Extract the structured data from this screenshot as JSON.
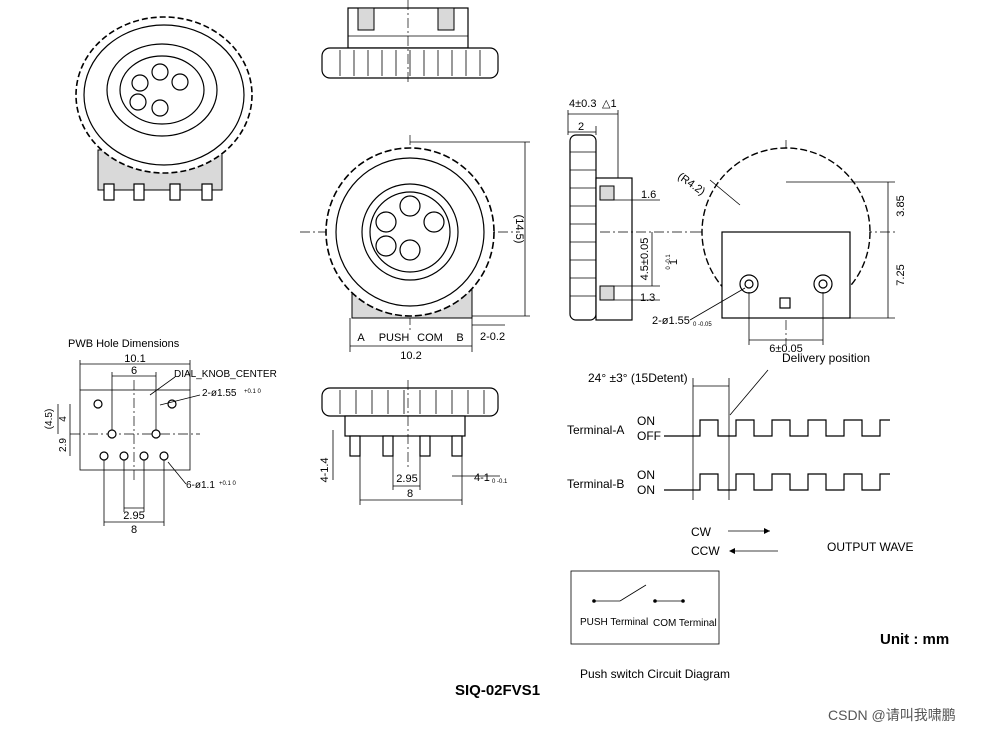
{
  "title": "SIQ-02FVS1",
  "unit_label": "Unit : mm",
  "watermark": "CSDN @请叫我啸鹏",
  "pwb": {
    "heading": "PWB Hole Dimensions",
    "dial_center": "DIAL_KNOB_CENTER",
    "hole_big": "2-ø1.55",
    "hole_big_tol": "+0.1 0",
    "hole_small": "6-ø1.1",
    "hole_small_tol": "+0.1 0",
    "dims": {
      "w_total": "10.1",
      "w_inner": "6",
      "h_45": "(4.5)",
      "h_4": "4",
      "h_29": "2.9",
      "w_295": "2.95",
      "w_8": "8"
    }
  },
  "front": {
    "labels": [
      "A",
      "PUSH",
      "COM",
      "B"
    ],
    "dim_102": "10.2",
    "dim_145": "(14.5)",
    "dim_2_02": "2-0.2"
  },
  "bottom": {
    "dim_4_14": "4-1.4",
    "dim_295": "2.95",
    "dim_8": "8",
    "dim_4_1": "4-1",
    "dim_4_1_tol": "0 -0.1"
  },
  "side": {
    "dim_top": "4±0.3",
    "dim_top_mark": "△1",
    "dim_2": "2",
    "dim_16": "1.6",
    "dim_45": "4.5±0.05",
    "dim_1": "1",
    "dim_1_tol": "0 -0.1",
    "dim_13": "1.3"
  },
  "right": {
    "radius": "(R4.2)",
    "dim_385": "3.85",
    "dim_725": "7.25",
    "hole": "2-ø1.55",
    "hole_tol": "0 -0.05",
    "dim_6": "6±0.05"
  },
  "wave": {
    "detent": "24° ±3° (15Detent)",
    "delivery": "Delivery position",
    "terminal_a": "Terminal-A",
    "terminal_b": "Terminal-B",
    "on": "ON",
    "off": "OFF",
    "cw": "CW",
    "ccw": "CCW",
    "output": "OUTPUT WAVE"
  },
  "circuit": {
    "push": "PUSH Terminal",
    "com": "COM Terminal",
    "caption": "Push switch Circuit Diagram"
  }
}
